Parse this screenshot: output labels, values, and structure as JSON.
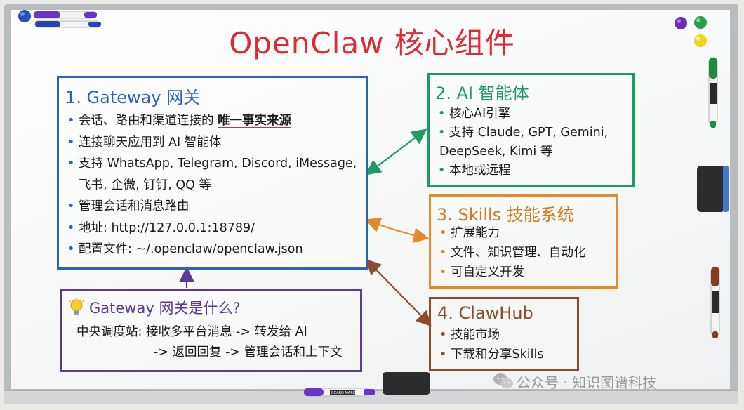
{
  "title": "OpenClaw 核心组件",
  "gateway": {
    "heading": "1. Gateway 网关",
    "items": [
      {
        "pre": "会话、路由和渠道连接的 ",
        "highlight": "唯一事实来源"
      },
      {
        "pre": "连接聊天应用到 AI 智能体"
      },
      {
        "pre": "支持 WhatsApp, Telegram, Discord, iMessage,"
      },
      {
        "pre": "飞书, 企微, 钉钉, QQ 等"
      },
      {
        "pre": "管理会话和消息路由"
      },
      {
        "pre": "地址: http://127.0.0.1:18789/"
      },
      {
        "pre": "配置文件: ~/.openclaw/openclaw.json"
      }
    ]
  },
  "agent": {
    "heading": "2. AI 智能体",
    "items": [
      "核心AI引擎",
      "支持 Claude, GPT, Gemini,",
      "DeepSeek, Kimi 等",
      "本地或远程"
    ]
  },
  "skills": {
    "heading": "3. Skills 技能系统",
    "items": [
      "扩展能力",
      "文件、知识管理、自动化",
      "可自定义开发"
    ]
  },
  "clawhub": {
    "heading": "4. ClawHub",
    "items": [
      "技能市场",
      "下载和分享Skills"
    ]
  },
  "what_is": {
    "heading": "Gateway 网关是什么?",
    "line1": "中央调度站: 接收多平台消息 -> 转发给 AI",
    "line2": "-> 返回回复 -> 管理会话和上下文"
  },
  "watermark": "公众号 · 知识图谱科技",
  "marker_label": "BOARD MARKER",
  "colors": {
    "title": "#df2a36",
    "gateway": "#2a64b8",
    "agent": "#1f9a63",
    "skills": "#e48a2a",
    "clawhub": "#8c4b2c",
    "what_is": "#5c3a9a"
  }
}
